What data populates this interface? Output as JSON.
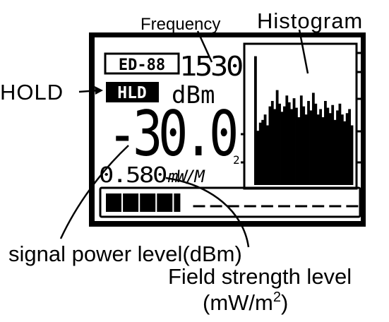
{
  "labels": {
    "frequency": "Frequency",
    "histogram": "Histogram",
    "hold": "HOLD",
    "signal_power": "signal power level(dBm)",
    "field_strength": "Field strength level",
    "field_unit": "(mW/m",
    "field_unit_exp": "2",
    "field_unit_close": ")"
  },
  "display": {
    "model": "ED-88",
    "frequency_value": "1530",
    "hold_badge": "HLD",
    "unit": "dBm",
    "power_value": "-30.0",
    "field_value": "0.580",
    "field_unit": "mW/M",
    "field_unit_exp": "2",
    "bar_filled_segments": 5,
    "bar_total_segments": 15
  },
  "histogram_data": {
    "type": "bar",
    "values": [
      95,
      40,
      46,
      48,
      52,
      44,
      58,
      62,
      56,
      70,
      60,
      54,
      58,
      66,
      61,
      56,
      64,
      57,
      50,
      66,
      58,
      52,
      62,
      55,
      68,
      60,
      52,
      56,
      50,
      62,
      57,
      53,
      59,
      48,
      55,
      60,
      52,
      47,
      53,
      56,
      44
    ],
    "ylim": [
      0,
      100
    ]
  },
  "colors": {
    "ink": "#000000",
    "background": "#ffffff"
  }
}
